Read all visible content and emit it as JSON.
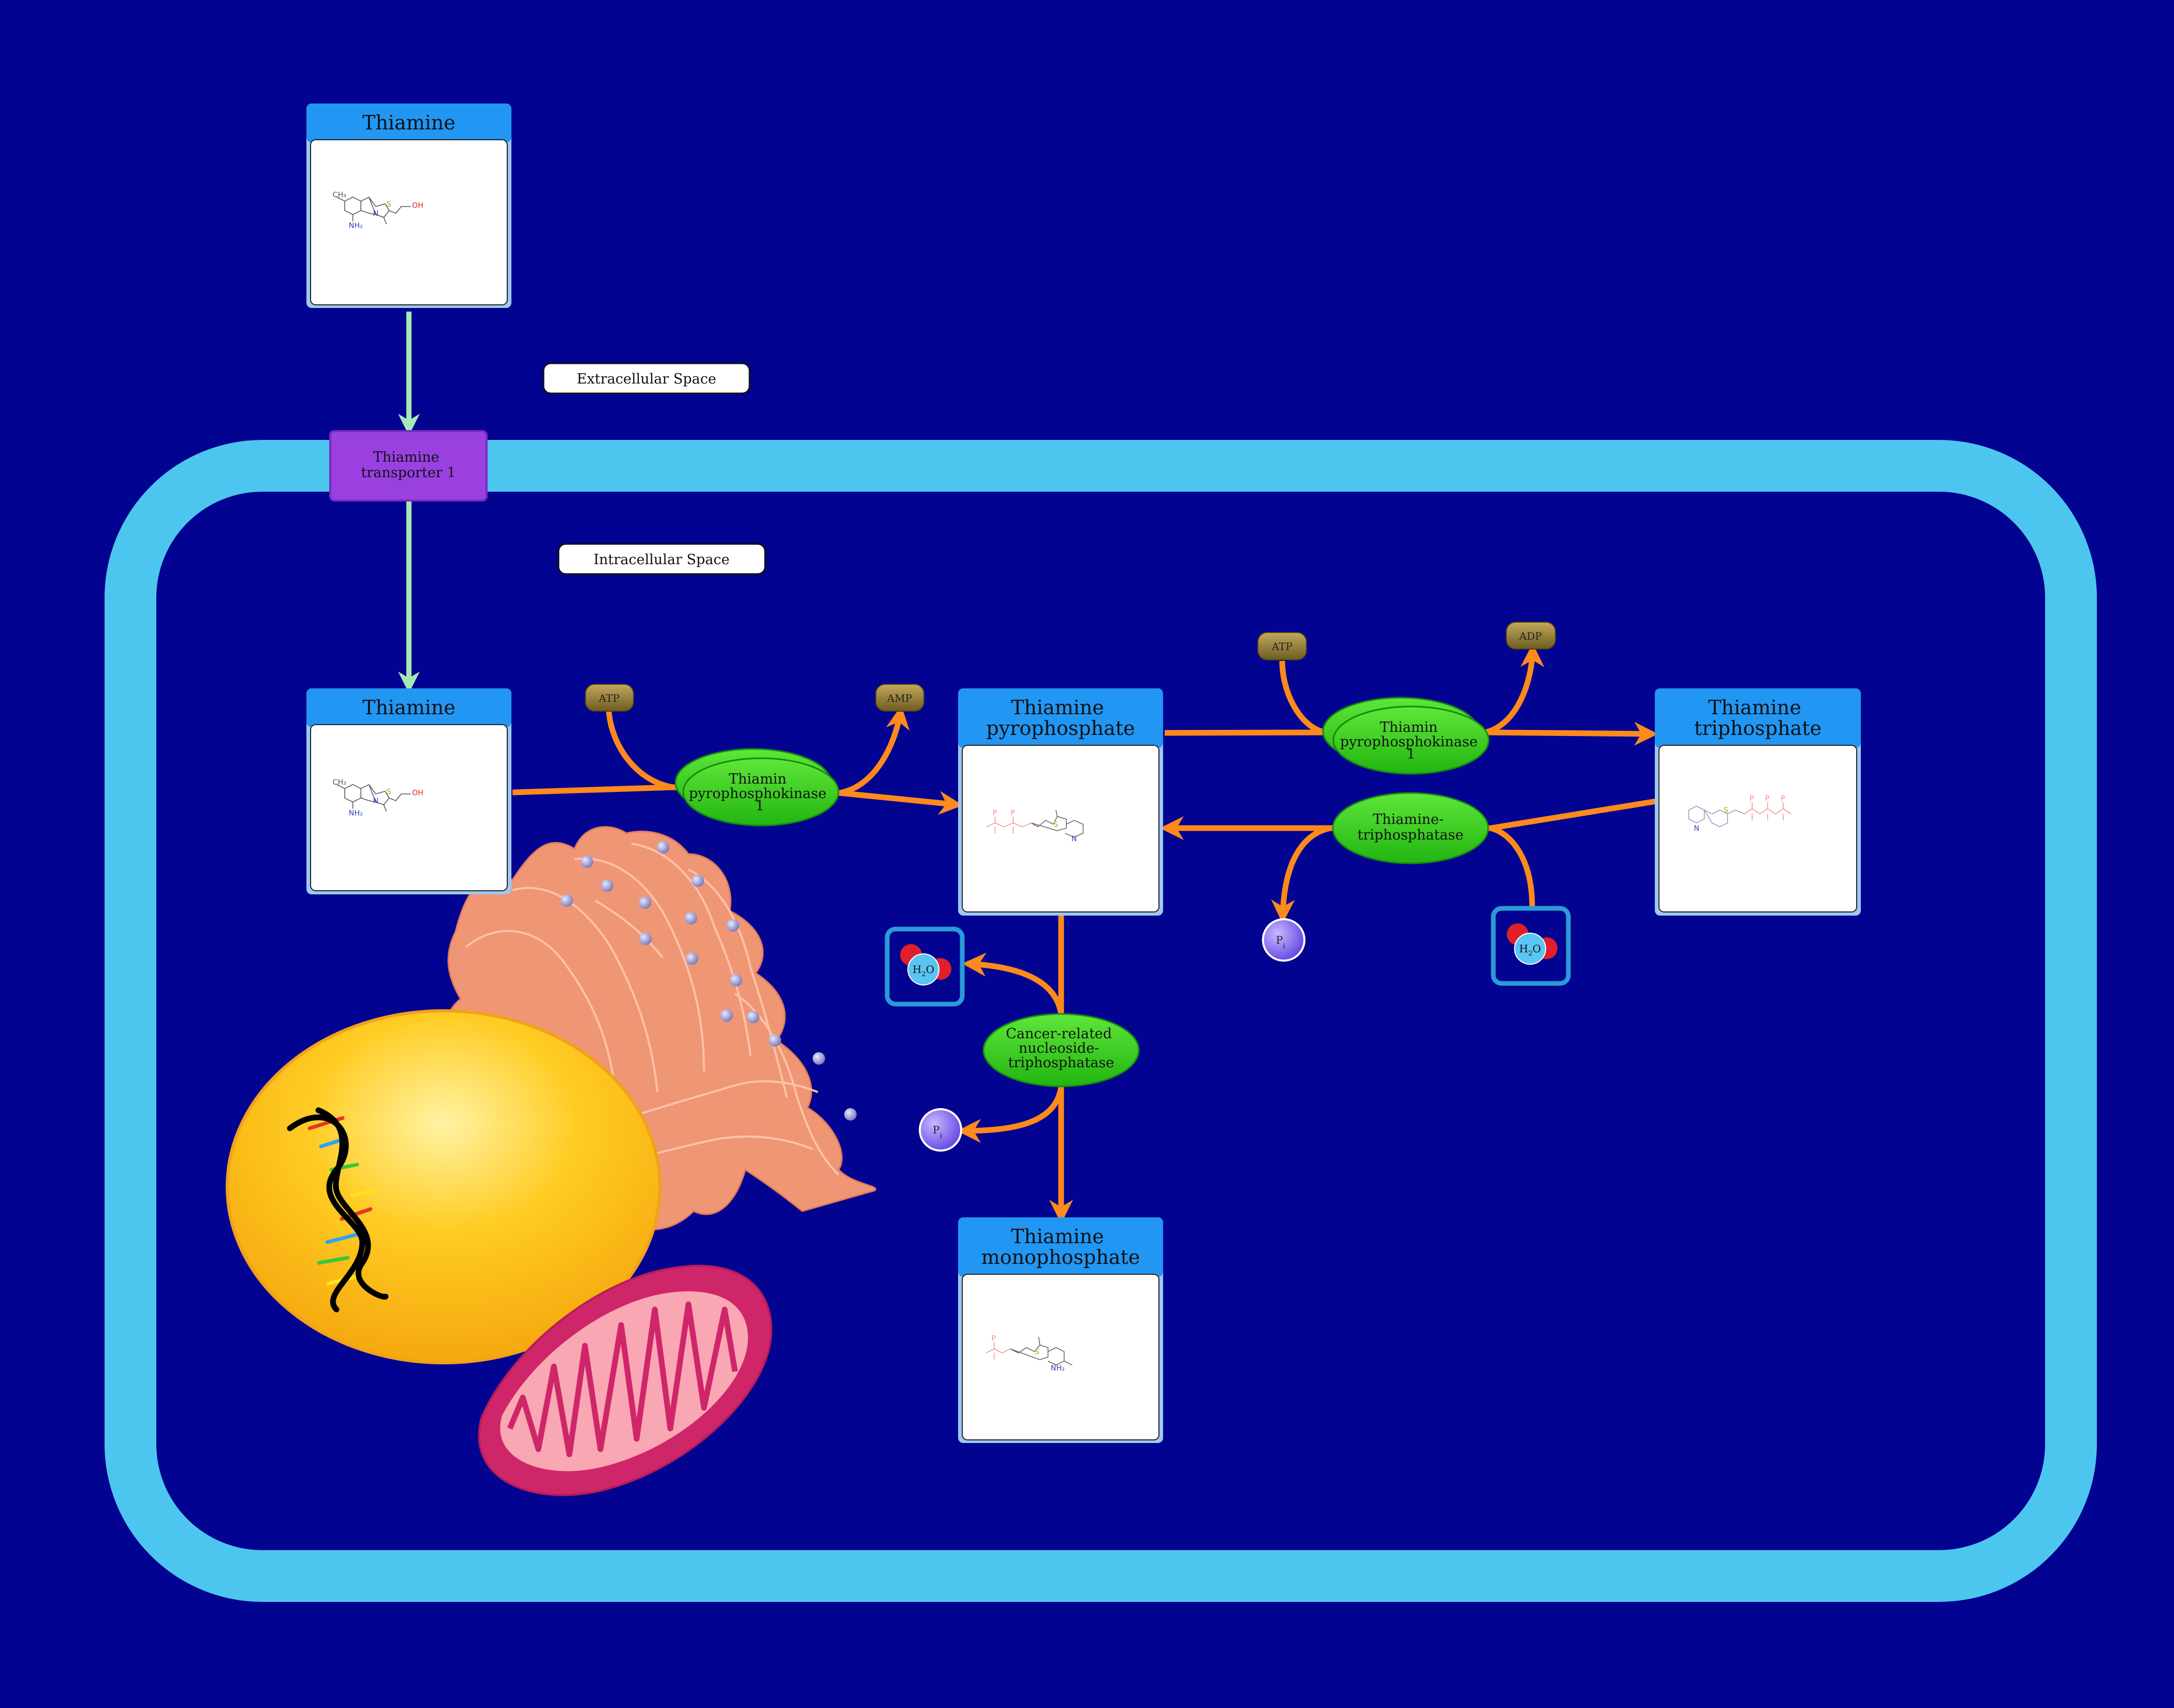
{
  "colors": {
    "background": "#020391",
    "cell_membrane": "#4cc6ef",
    "compound_header": "#2196f3",
    "enzyme": "#3ecf1e",
    "transporter": "#9a40e0",
    "reaction_arrow": "#ff8a1c",
    "transport_arrow": "#a5e8b5",
    "cofactor": "#8f7a35"
  },
  "labels": {
    "extracellular": "Extracellular Space",
    "intracellular": "Intracellular Space"
  },
  "compounds": {
    "thiamine_out": {
      "title": [
        "Thiamine"
      ]
    },
    "thiamine_in": {
      "title": [
        "Thiamine"
      ]
    },
    "tpp": {
      "title": [
        "Thiamine",
        "pyrophosphate"
      ]
    },
    "ttp": {
      "title": [
        "Thiamine",
        "triphosphate"
      ]
    },
    "tmp": {
      "title": [
        "Thiamine",
        "monophosphate"
      ]
    }
  },
  "transporter": {
    "label": [
      "Thiamine",
      "transporter 1"
    ]
  },
  "enzymes": {
    "tpk1_a": [
      "Thiamin",
      "pyrophosphokinase",
      "1"
    ],
    "tpk1_b": [
      "Thiamin",
      "pyrophosphokinase",
      "1"
    ],
    "thtpa": [
      "Thiamine-",
      "triphosphatase"
    ],
    "crntp": [
      "Cancer-related",
      "nucleoside-",
      "triphosphatase"
    ]
  },
  "cofactors": {
    "atp1": "ATP",
    "amp1": "AMP",
    "atp2": "ATP",
    "adp2": "ADP"
  },
  "small_molecules": {
    "water": {
      "main": "H",
      "sub": "2",
      "tail": "O"
    },
    "phosphate": {
      "main": "P",
      "sub": "i"
    }
  },
  "structure_text": {
    "ch3": "CH₃",
    "nh2": "NH₂",
    "oh": "OH",
    "n": "N",
    "s": "S",
    "p": "P",
    "o": "O"
  }
}
